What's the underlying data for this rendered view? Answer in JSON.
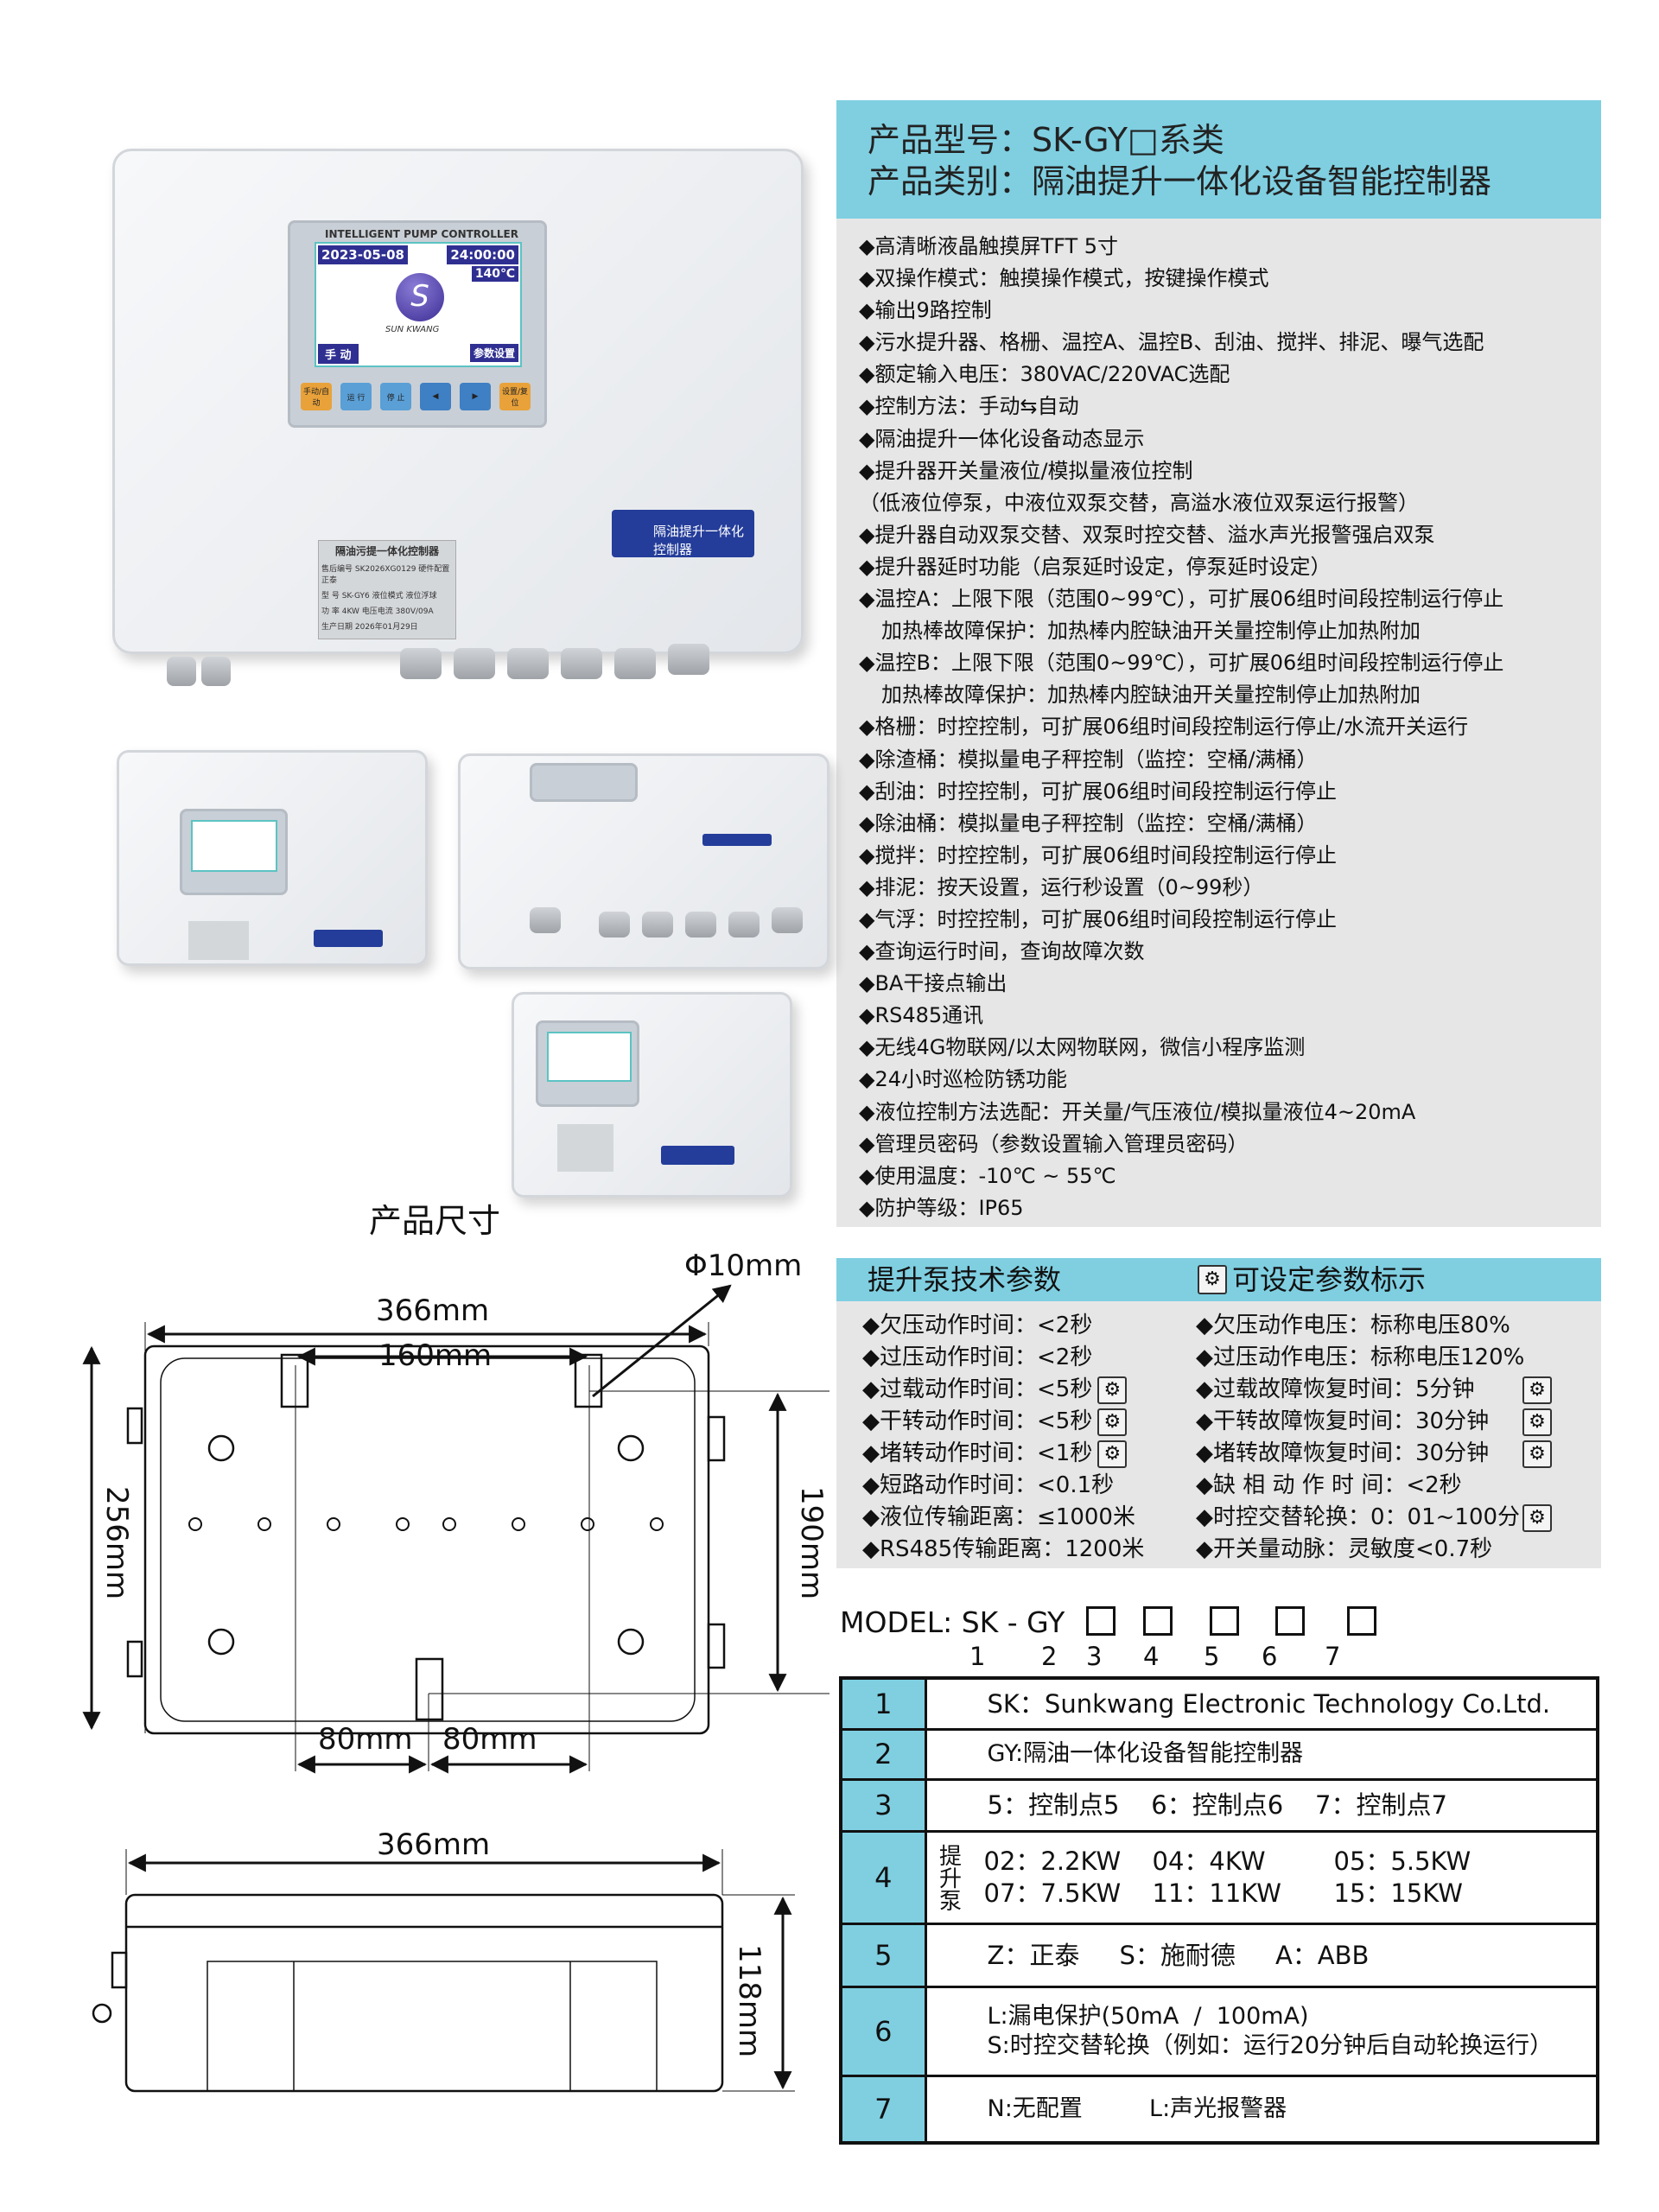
{
  "header": {
    "model_line": "产品型号：SK-GY□系类",
    "category_line": "产品类别：隔油提升一体化设备智能控制器"
  },
  "features": [
    "◆高清晰液晶触摸屏TFT 5寸",
    "◆双操作模式：触摸操作模式，按键操作模式",
    "◆输出9路控制",
    "◆污水提升器、格栅、温控A、温控B、刮油、搅拌、排泥、曝气选配",
    "◆额定输入电压：380VAC/220VAC选配",
    "◆控制方法：手动⇆自动",
    "◆隔油提升一体化设备动态显示",
    "◆提升器开关量液位/模拟量液位控制",
    "（低液位停泵，中液位双泵交替，高溢水液位双泵运行报警）",
    "◆提升器自动双泵交替、双泵时控交替、溢水声光报警强启双泵",
    "◆提升器延时功能（启泵延时设定，停泵延时设定）",
    "◆温控A：上限下限（范围0~99℃），可扩展06组时间段控制运行停止",
    "加热棒故障保护：加热棒内腔缺油开关量控制停止加热附加",
    "◆温控B：上限下限（范围0~99℃），可扩展06组时间段控制运行停止",
    "加热棒故障保护：加热棒内腔缺油开关量控制停止加热附加",
    "◆格栅：时控控制，可扩展06组时间段控制运行停止/水流开关运行",
    "◆除渣桶：模拟量电子秤控制（监控：空桶/满桶）",
    "◆刮油：时控控制，可扩展06组时间段控制运行停止",
    "◆除油桶：模拟量电子秤控制（监控：空桶/满桶）",
    "◆搅拌：时控控制，可扩展06组时间段控制运行停止",
    "◆排泥：按天设置，运行秒设置（0~99秒）",
    "◆气浮：时控控制，可扩展06组时间段控制运行停止",
    "◆查询运行时间，查询故障次数",
    "◆BA干接点输出",
    "◆RS485通讯",
    "◆无线4G物联网/以太网物联网，微信小程序监测",
    "◆24小时巡检防锈功能",
    "◆液位控制方法选配：开关量/气压液位/模拟量液位4~20mA",
    "◆管理员密码（参数设置输入管理员密码）",
    "◆使用温度：-10℃ ~ 55℃",
    "◆防护等级：IP65"
  ],
  "params": {
    "title_left": "提升泵技术参数",
    "title_right": "可设定参数标示",
    "left": [
      {
        "text": "◆欠压动作时间：<2秒",
        "settable": false
      },
      {
        "text": "◆过压动作时间：<2秒",
        "settable": false
      },
      {
        "text": "◆过载动作时间：<5秒",
        "settable": true
      },
      {
        "text": "◆干转动作时间：<5秒",
        "settable": true
      },
      {
        "text": "◆堵转动作时间：<1秒",
        "settable": true
      },
      {
        "text": "◆短路动作时间：<0.1秒",
        "settable": false
      },
      {
        "text": "◆液位传输距离：≤1000米",
        "settable": false
      },
      {
        "text": "◆RS485传输距离：1200米",
        "settable": false
      }
    ],
    "right": [
      {
        "text": "◆欠压动作电压：标称电压80%",
        "settable": false
      },
      {
        "text": "◆过压动作电压：标称电压120%",
        "settable": false
      },
      {
        "text": "◆过载故障恢复时间：5分钟",
        "settable": true
      },
      {
        "text": "◆干转故障恢复时间：30分钟",
        "settable": true
      },
      {
        "text": "◆堵转故障恢复时间：30分钟",
        "settable": true
      },
      {
        "text": "◆缺 相  动  作 时 间：<2秒",
        "settable": false
      },
      {
        "text": "◆时控交替轮换：0：01~100分",
        "settable": true
      },
      {
        "text": "◆开关量动脉：灵敏度<0.7秒",
        "settable": false
      }
    ]
  },
  "model": {
    "prefix": "MODEL: SK - GY",
    "positions": [
      "1",
      "2",
      "3",
      "4",
      "5",
      "6",
      "7"
    ],
    "rows": [
      {
        "n": "1",
        "lines": [
          "SK：Sunkwang Electronic Technology Co.Ltd."
        ]
      },
      {
        "n": "2",
        "lines": [
          "GY:隔油一体化设备智能控制器"
        ]
      },
      {
        "n": "3",
        "lines": [
          "5：控制点5    6：控制点6    7：控制点7"
        ]
      },
      {
        "n": "4",
        "side": "提升泵",
        "lines": [
          "02：2.2KW",
          "04：4KW",
          "05：5.5KW",
          "07：7.5KW",
          "11：11KW",
          "15：15KW"
        ]
      },
      {
        "n": "5",
        "lines": [
          "Z：正泰     S：施耐德     A：ABB"
        ]
      },
      {
        "n": "6",
        "lines": [
          "L:漏电保护(50mA  /  100mA)",
          "S:时控交替轮换（例如：运行20分钟后自动轮换运行）"
        ]
      },
      {
        "n": "7",
        "lines": [
          "N:无配置         L:声光报警器"
        ]
      }
    ]
  },
  "device": {
    "panel_title": "INTELLIGENT PUMP CONTROLLER",
    "date": "2023-05-08",
    "time": "24:00:00",
    "temp": "140℃",
    "brand": "SUN KWANG",
    "mode": "手 动",
    "settings": "参数设置",
    "keys": [
      "手动/自动",
      "运 行",
      "停 止",
      "◀",
      "▶",
      "设置/复位"
    ],
    "badge": "隔油提升一体化控制器",
    "nameplate": {
      "title": "隔油污提一体化控制器",
      "rows": [
        "售后编号  SK2026XG0129  硬件配置 正泰",
        "型    号  SK-GY6  液位模式 液位浮球",
        "功    率  4KW  电压电流 380V/09A",
        "生产日期  2026年01月29日"
      ]
    }
  },
  "dimensions": {
    "title": "产品尺寸",
    "width": "366mm",
    "mount_span": "160mm",
    "hole": "Φ10mm",
    "height": "256mm",
    "mount_height": "190mm",
    "half_left": "80mm",
    "half_right": "80mm",
    "side_width": "366mm",
    "depth": "118mm"
  },
  "colors": {
    "accent": "#7fcfe1",
    "panel": "#e6e6e6",
    "screen_tag": "#2f2f92"
  }
}
